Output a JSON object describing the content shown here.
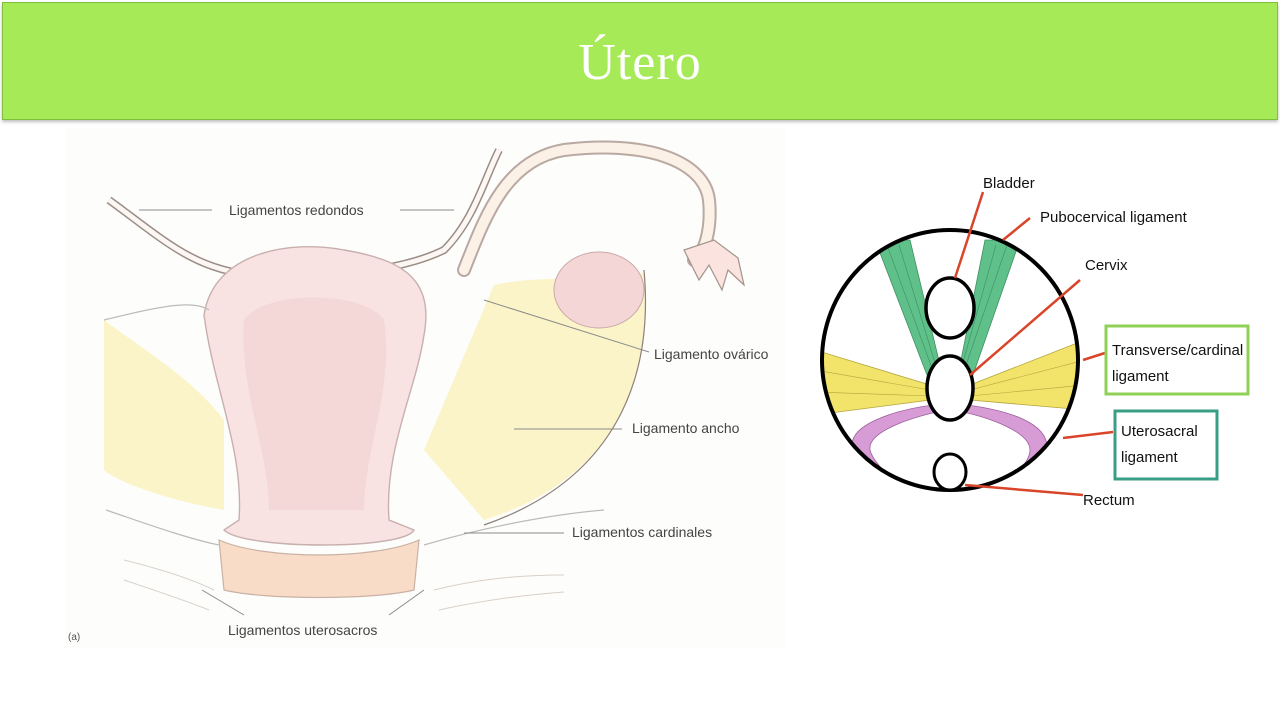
{
  "slide": {
    "title": "Útero"
  },
  "left_diagram": {
    "labels": {
      "round_ligaments": "Ligamentos redondos",
      "ovarian_ligament": "Ligamento ovárico",
      "broad_ligament": "Ligamento ancho",
      "cardinal_ligaments": "Ligamentos cardinales",
      "uterosacral_ligaments": "Ligamentos uterosacros",
      "panel_marker": "(a)"
    }
  },
  "right_diagram": {
    "labels": {
      "bladder": "Bladder",
      "pubocervical": "Pubocervical ligament",
      "cervix": "Cervix",
      "transverse_line1": "Transverse/cardinal",
      "transverse_line2": "ligament",
      "uterosacral_line1": "Uterosacral",
      "uterosacral_line2": "ligament",
      "rectum": "Rectum"
    },
    "colors": {
      "pubocervical": "#5fc08a",
      "transverse": "#f2e36a",
      "uterosacral": "#d79bd6",
      "leader_lines": "#d9452b",
      "transverse_box": "#8fd155",
      "uterosacral_box": "#3a9e86"
    }
  }
}
